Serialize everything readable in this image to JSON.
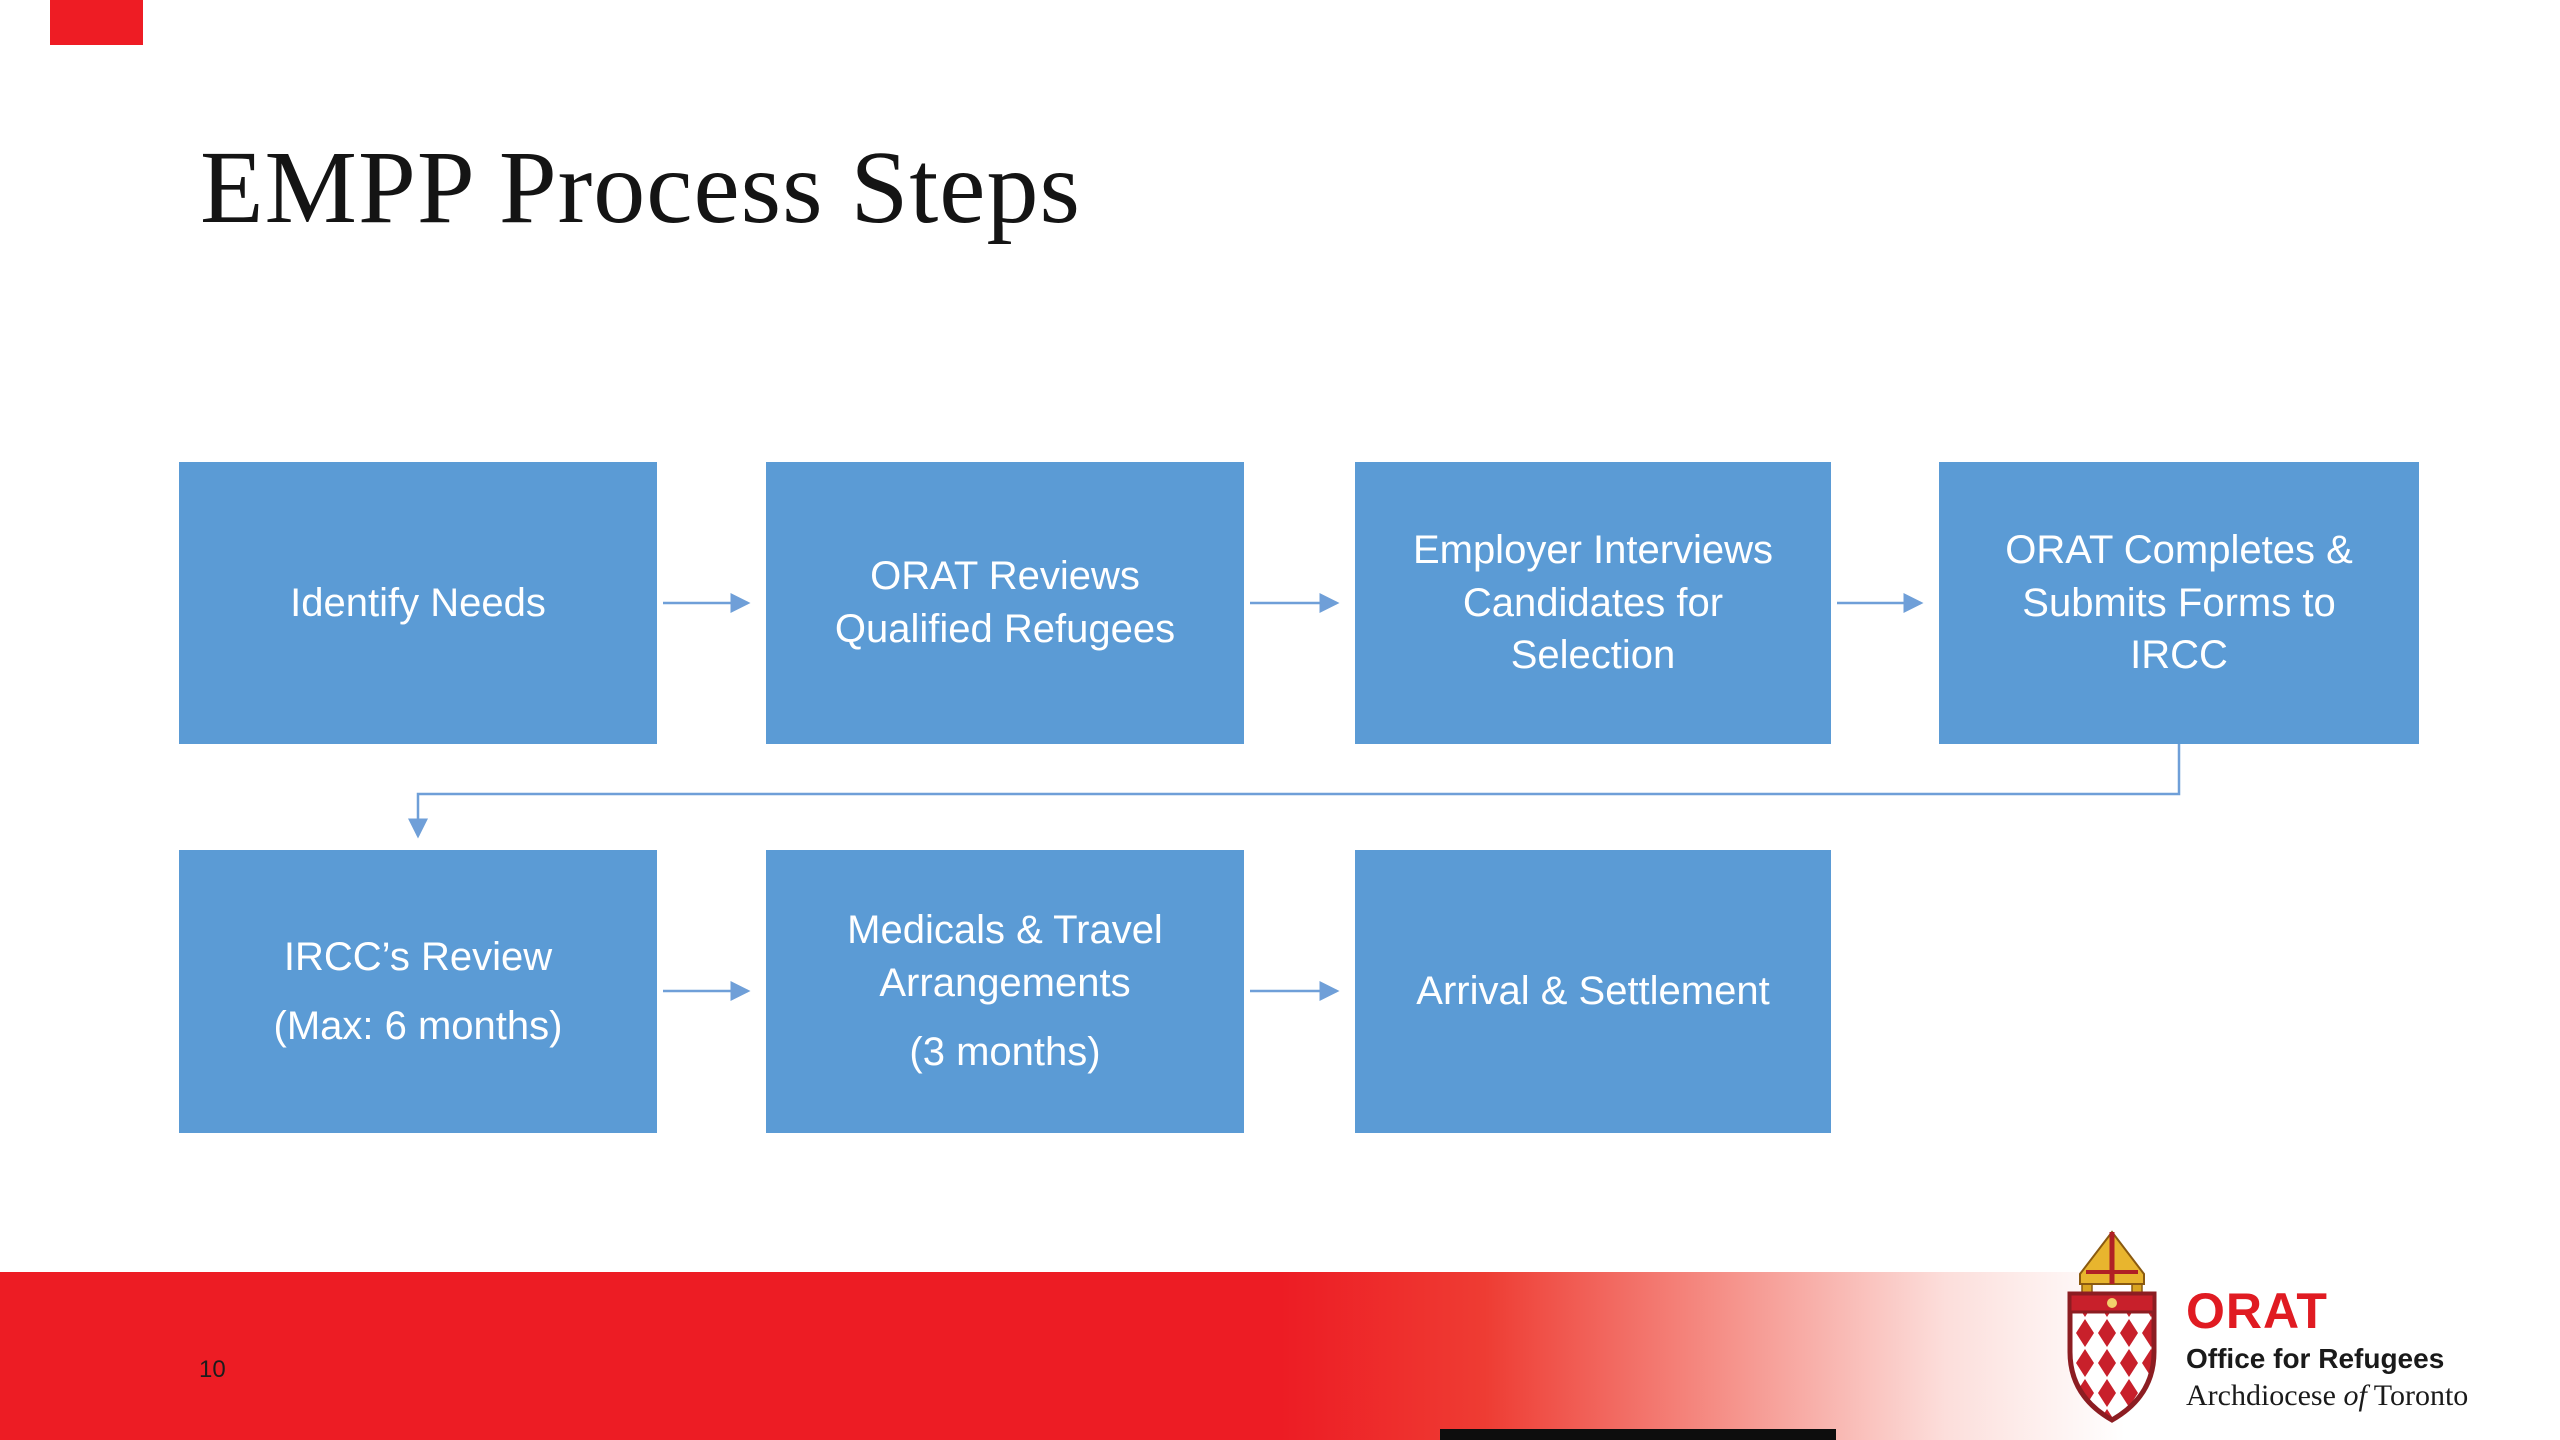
{
  "slide": {
    "title": "EMPP Process Steps",
    "page_number": "10"
  },
  "flowchart": {
    "row1": [
      {
        "label": "Identify Needs"
      },
      {
        "label": "ORAT Reviews\nQualified Refugees"
      },
      {
        "label": "Employer Interviews\nCandidates for\nSelection"
      },
      {
        "label": "ORAT Completes &\nSubmits Forms to\nIRCC"
      }
    ],
    "row2": [
      {
        "line1": "IRCC’s Review",
        "line2": "(Max: 6 months)"
      },
      {
        "line1": "Medicals & Travel\nArrangements",
        "line2": "(3 months)"
      },
      {
        "line1": "Arrival & Settlement",
        "line2": ""
      }
    ],
    "colors": {
      "box": "#5b9bd5",
      "arrow": "#6f9fd8",
      "text": "#ffffff"
    }
  },
  "footer": {
    "bar_color": "#ed1c24"
  },
  "logo": {
    "brand": "ORAT",
    "subtitle": "Office for Refugees",
    "org_prefix": "Archdiocese ",
    "org_italic": "of",
    "org_suffix": " Toronto",
    "brand_color": "#e01b22"
  }
}
